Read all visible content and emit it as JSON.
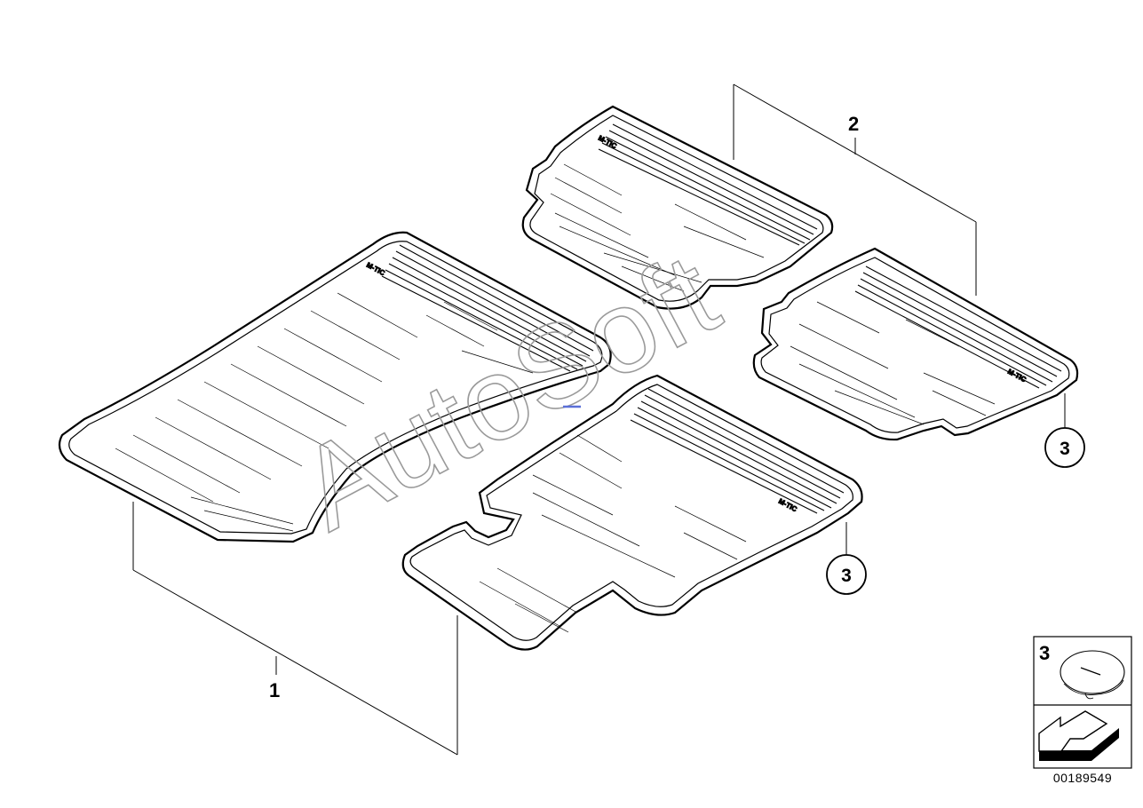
{
  "callouts": {
    "part1": "1",
    "part2": "2",
    "clip_a": "3",
    "clip_b": "3"
  },
  "legend": {
    "clip_number": "3"
  },
  "mat_brand_text": "M-TIC",
  "watermark": "AutoSoft",
  "diagram_number": "00189549",
  "colors": {
    "line": "#000000",
    "watermark": "#9a9a9a",
    "accent_mark": "#5a6fd8"
  }
}
